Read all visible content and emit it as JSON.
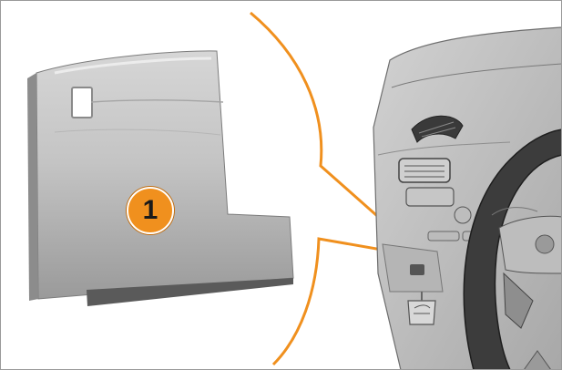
{
  "figure": {
    "callouts": [
      {
        "label": "1"
      }
    ],
    "colors": {
      "accent": "#f0901e",
      "panel": "#b8b8b8",
      "line": "#f0901e"
    },
    "icons": [
      "glovebox-panel",
      "dashboard",
      "steering-wheel",
      "bonnet-release-lever"
    ]
  }
}
